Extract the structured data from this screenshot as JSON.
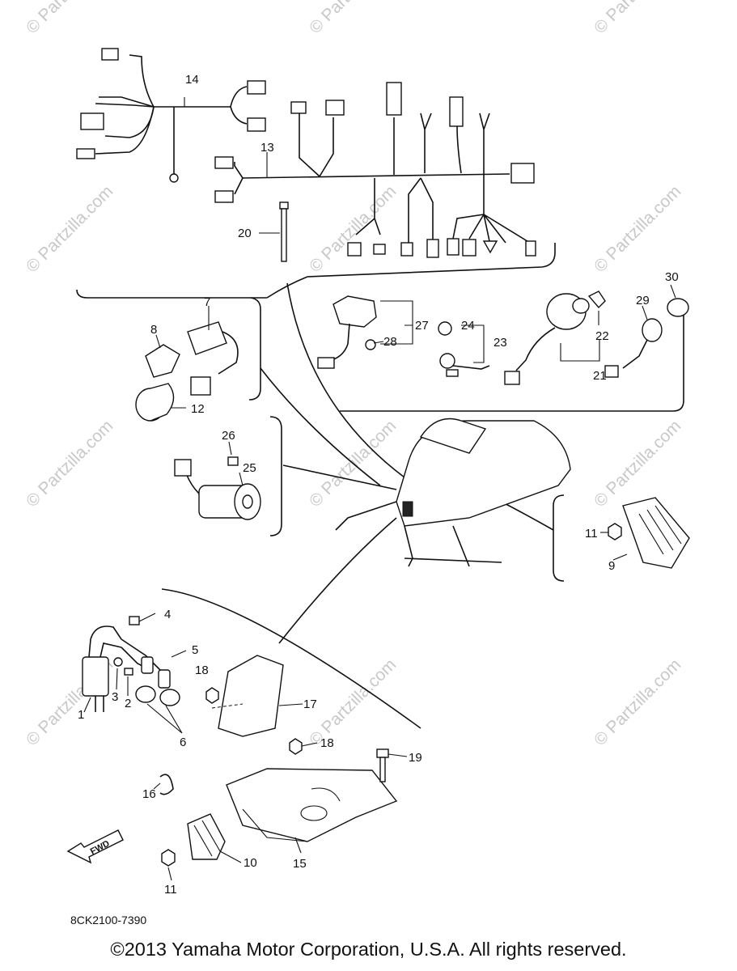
{
  "watermark": "© Partzilla.com",
  "diagram_code": "8CK2100-7390",
  "fwd_label": "FWD",
  "copyright": "©2013 Yamaha Motor Corporation, U.S.A. All rights reserved.",
  "callouts": {
    "p1": "1",
    "p2": "2",
    "p3": "3",
    "p4": "4",
    "p5": "5",
    "p6": "6",
    "p7": "7",
    "p8": "8",
    "p9": "9",
    "p10": "10",
    "p11a": "11",
    "p11b": "11",
    "p12": "12",
    "p13": "13",
    "p14": "14",
    "p15": "15",
    "p16": "16",
    "p17": "17",
    "p18a": "18",
    "p18b": "18",
    "p19": "19",
    "p20": "20",
    "p21": "21",
    "p22": "22",
    "p23": "23",
    "p24": "24",
    "p25": "25",
    "p26": "26",
    "p27": "27",
    "p28": "28",
    "p29": "29",
    "p30": "30"
  }
}
